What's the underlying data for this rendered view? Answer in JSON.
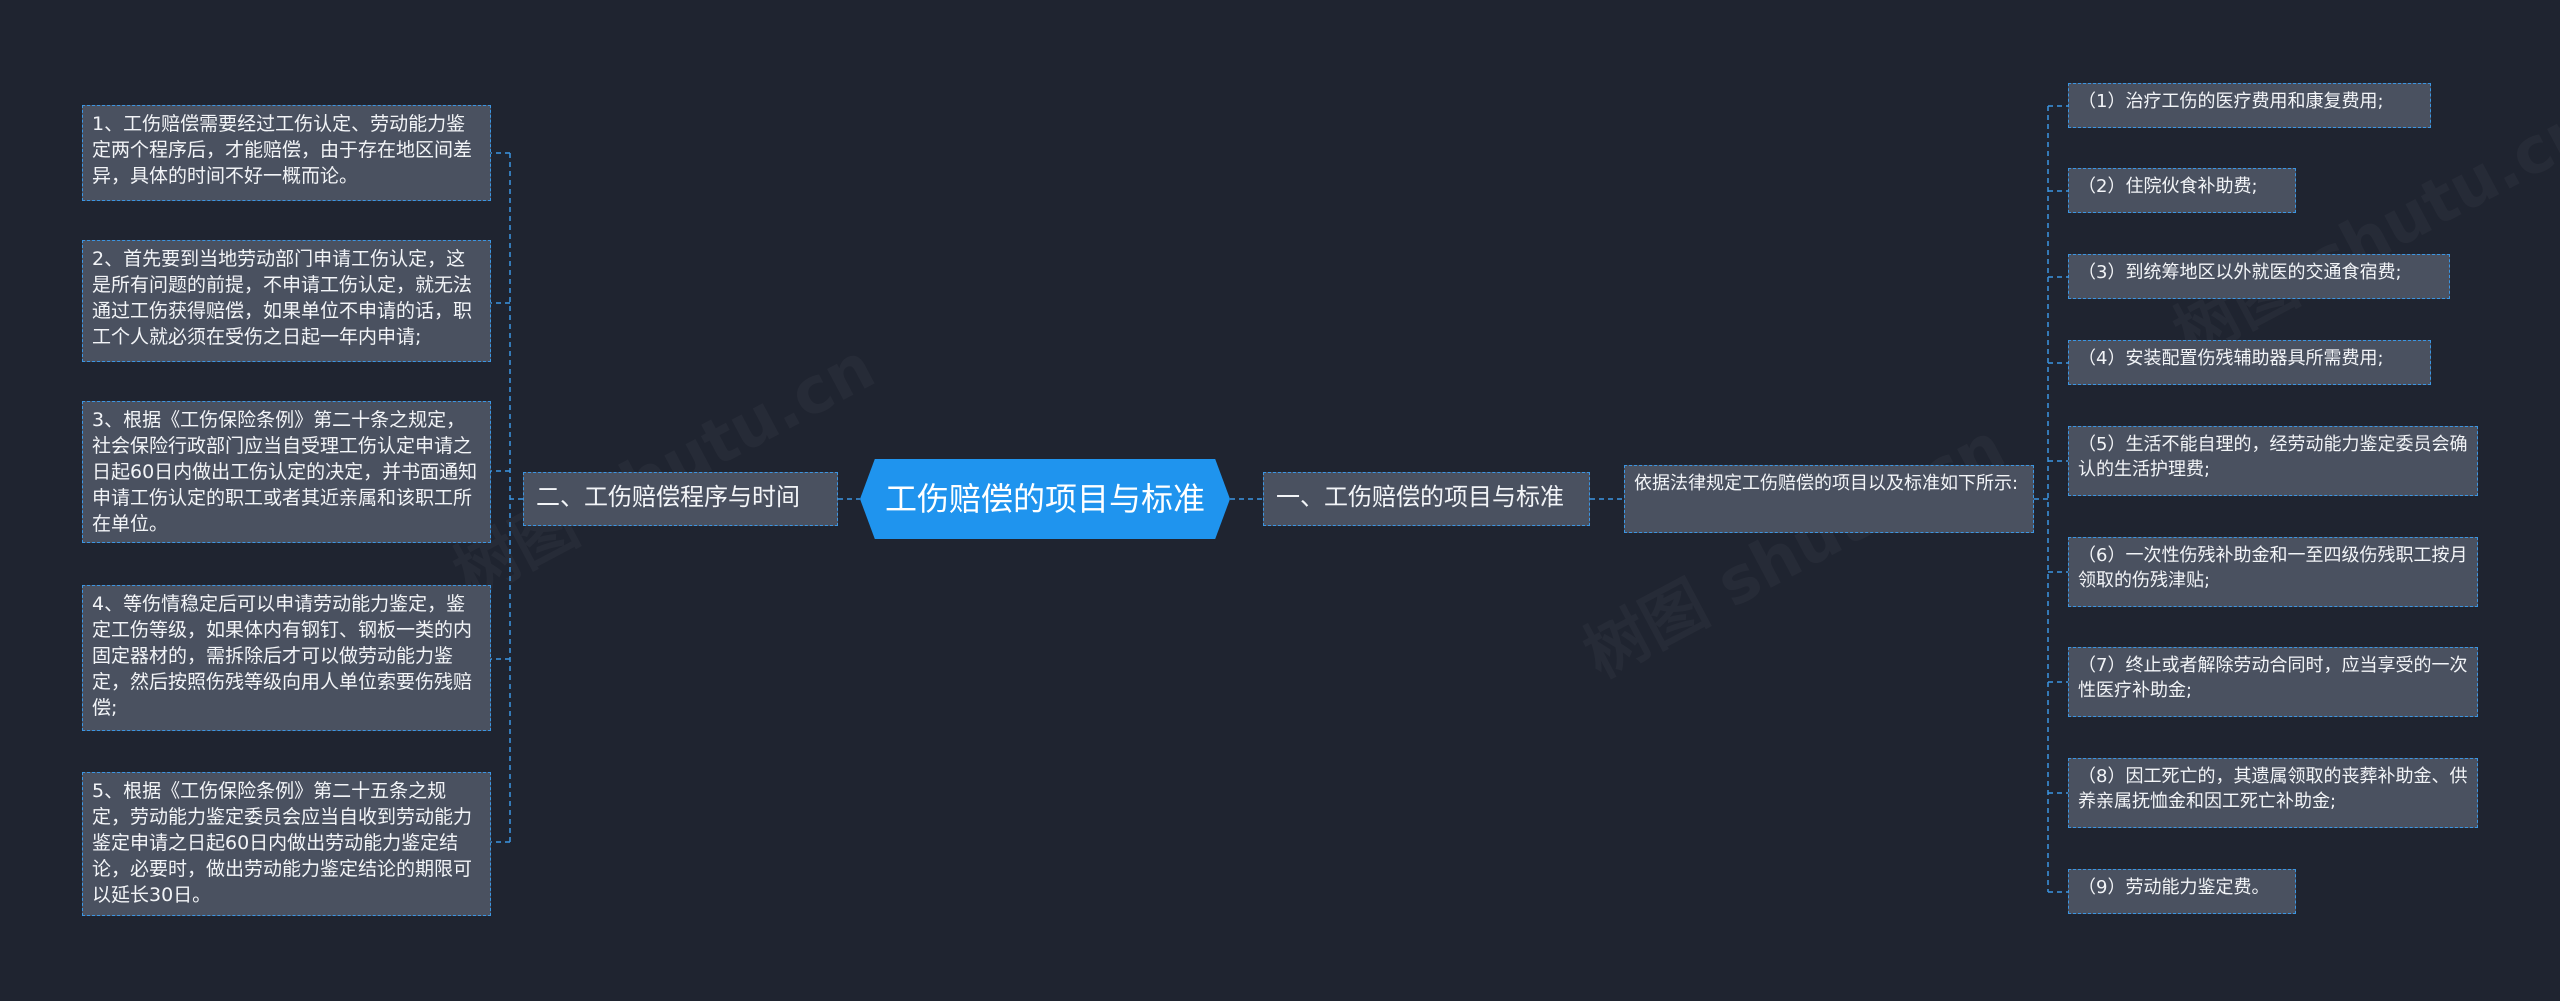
{
  "root": {
    "label": "工伤赔偿的项目与标准"
  },
  "right_branch": {
    "label": "一、工伤赔偿的项目与标准",
    "intro": "依据法律规定工伤赔偿的项目以及标准如下所示:",
    "items": [
      "（1）治疗工伤的医疗费用和康复费用;",
      "（2）住院伙食补助费;",
      "（3）到统筹地区以外就医的交通食宿费;",
      "（4）安装配置伤残辅助器具所需费用;",
      "（5）生活不能自理的，经劳动能力鉴定委员会确认的生活护理费;",
      "（6）一次性伤残补助金和一至四级伤残职工按月领取的伤残津贴;",
      "（7）终止或者解除劳动合同时，应当享受的一次性医疗补助金;",
      "（8）因工死亡的，其遗属领取的丧葬补助金、供养亲属抚恤金和因工死亡补助金;",
      "（9）劳动能力鉴定费。"
    ]
  },
  "left_branch": {
    "label": "二、工伤赔偿程序与时间",
    "items": [
      "1、工伤赔偿需要经过工伤认定、劳动能力鉴定两个程序后，才能赔偿，由于存在地区间差异，具体的时间不好一概而论。",
      "2、首先要到当地劳动部门申请工伤认定，这是所有问题的前提，不申请工伤认定，就无法通过工伤获得赔偿，如果单位不申请的话，职工个人就必须在受伤之日起一年内申请;",
      "3、根据《工伤保险条例》第二十条之规定，社会保险行政部门应当自受理工伤认定申请之日起60日内做出工伤认定的决定，并书面通知申请工伤认定的职工或者其近亲属和该职工所在单位。",
      "4、等伤情稳定后可以申请劳动能力鉴定，鉴定工伤等级，如果体内有钢钉、钢板一类的内固定器材的，需拆除后才可以做劳动能力鉴定，然后按照伤残等级向用人单位索要伤残赔偿;",
      "5、根据《工伤保险条例》第二十五条之规定，劳动能力鉴定委员会应当自收到劳动能力鉴定申请之日起60日内做出劳动能力鉴定结论，必要时，做出劳动能力鉴定结论的期限可以延长30日。"
    ]
  },
  "watermarks": [
    "树图 shutu.cn",
    "树图 shutu.cn",
    "树图 shutu.cn"
  ],
  "colors": {
    "background": "#1f2430",
    "root_fill": "#1f94ee",
    "node_fill": "#4a5160",
    "connector": "#3b95e2",
    "text": "#f2f4f7"
  }
}
